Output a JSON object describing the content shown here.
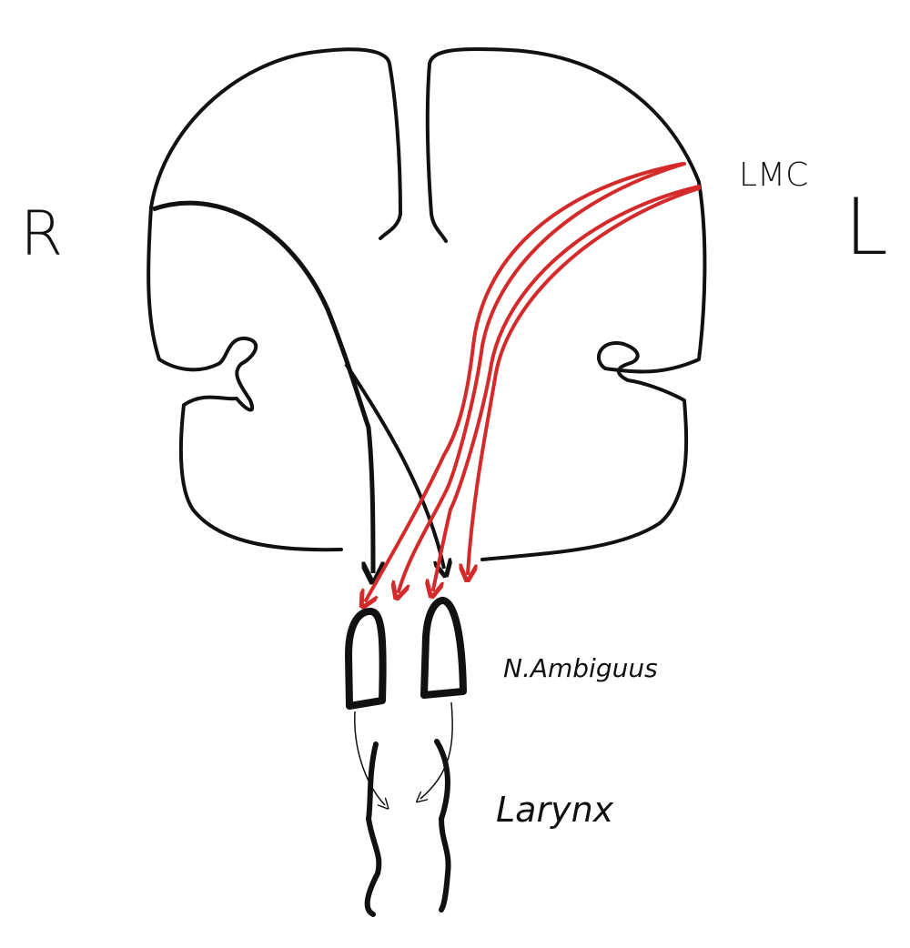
{
  "labels": {
    "right_side": "R",
    "left_side": "L",
    "lmc": "LMC",
    "nucleus": "N.Ambiguus",
    "larynx": "Larynx"
  },
  "colors": {
    "outline": "#111111",
    "lmc_tract": "#d42a2a",
    "background": "#ffffff"
  }
}
